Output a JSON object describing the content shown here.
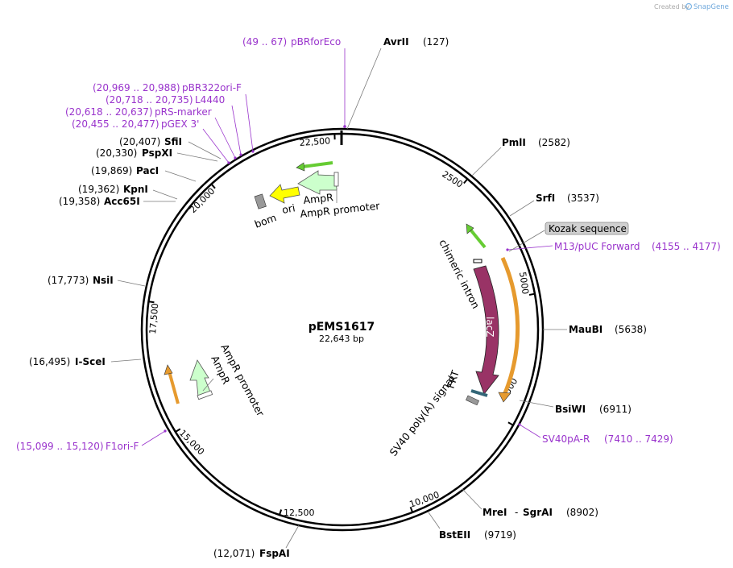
{
  "watermark": {
    "prefix": "Created by",
    "brand": "SnapGene"
  },
  "plasmid": {
    "name": "pEMS1617",
    "size": "22,643 bp"
  },
  "ticks": [
    "2500",
    "5000",
    "7500",
    "10,000",
    "12,500",
    "15,000",
    "17,500",
    "20,000",
    "22,500"
  ],
  "sites": [
    {
      "name": "AvrII",
      "pos": "(127)"
    },
    {
      "name": "PmlI",
      "pos": "(2582)"
    },
    {
      "name": "SrfI",
      "pos": "(3537)"
    },
    {
      "name": "MauBI",
      "pos": "(5638)"
    },
    {
      "name": "BsiWI",
      "pos": "(6911)"
    },
    {
      "name": "MreI",
      "dash": "-",
      "name2": "SgrAI",
      "pos": "(8902)"
    },
    {
      "name": "BstEII",
      "pos": "(9719)"
    },
    {
      "name": "FspAI",
      "pos": "(12,071)"
    },
    {
      "name": "I-SceI",
      "pos": "(16,495)"
    },
    {
      "name": "NsiI",
      "pos": "(17,773)"
    },
    {
      "name": "Acc65I",
      "pos": "(19,358)"
    },
    {
      "name": "KpnI",
      "pos": "(19,362)"
    },
    {
      "name": "PacI",
      "pos": "(19,869)"
    },
    {
      "name": "PspXI",
      "pos": "(20,330)"
    },
    {
      "name": "SfiI",
      "pos": "(20,407)"
    }
  ],
  "primers": [
    {
      "name": "pBRforEco",
      "range": "(49 .. 67)"
    },
    {
      "name": "pBR322ori-F",
      "range": "(20,969 .. 20,988)"
    },
    {
      "name": "L4440",
      "range": "(20,718 .. 20,735)"
    },
    {
      "name": "pRS-marker",
      "range": "(20,618 .. 20,637)"
    },
    {
      "name": "pGEX 3'",
      "range": "(20,455 .. 20,477)"
    },
    {
      "name": "M13/pUC Forward",
      "range": "(4155 .. 4177)"
    },
    {
      "name": "SV40pA-R",
      "range": "(7410 .. 7429)"
    },
    {
      "name": "F1ori-F",
      "range": "(15,099 .. 15,120)"
    }
  ],
  "features": {
    "kozak": "Kozak sequence",
    "chimeric_intron": "chimeric intron",
    "lacz": "lacZ",
    "frt": "FRT",
    "sv40": "SV40 poly(A) signal",
    "ampr_top": "AmpR",
    "ampr_promoter_top": "AmpR promoter",
    "ori": "ori",
    "bom": "bom",
    "ampr_left": "AmpR",
    "ampr_promoter_left": "AmpR promoter"
  },
  "colors": {
    "backbone": "#000000",
    "primer": "#9933cc",
    "lacz": "#993366",
    "ampr": "#ccffcc",
    "ori": "#ffff00",
    "orange_feature": "#e69a2e",
    "green_feature": "#66cc33",
    "frt": "#336677",
    "bom": "#999999"
  }
}
